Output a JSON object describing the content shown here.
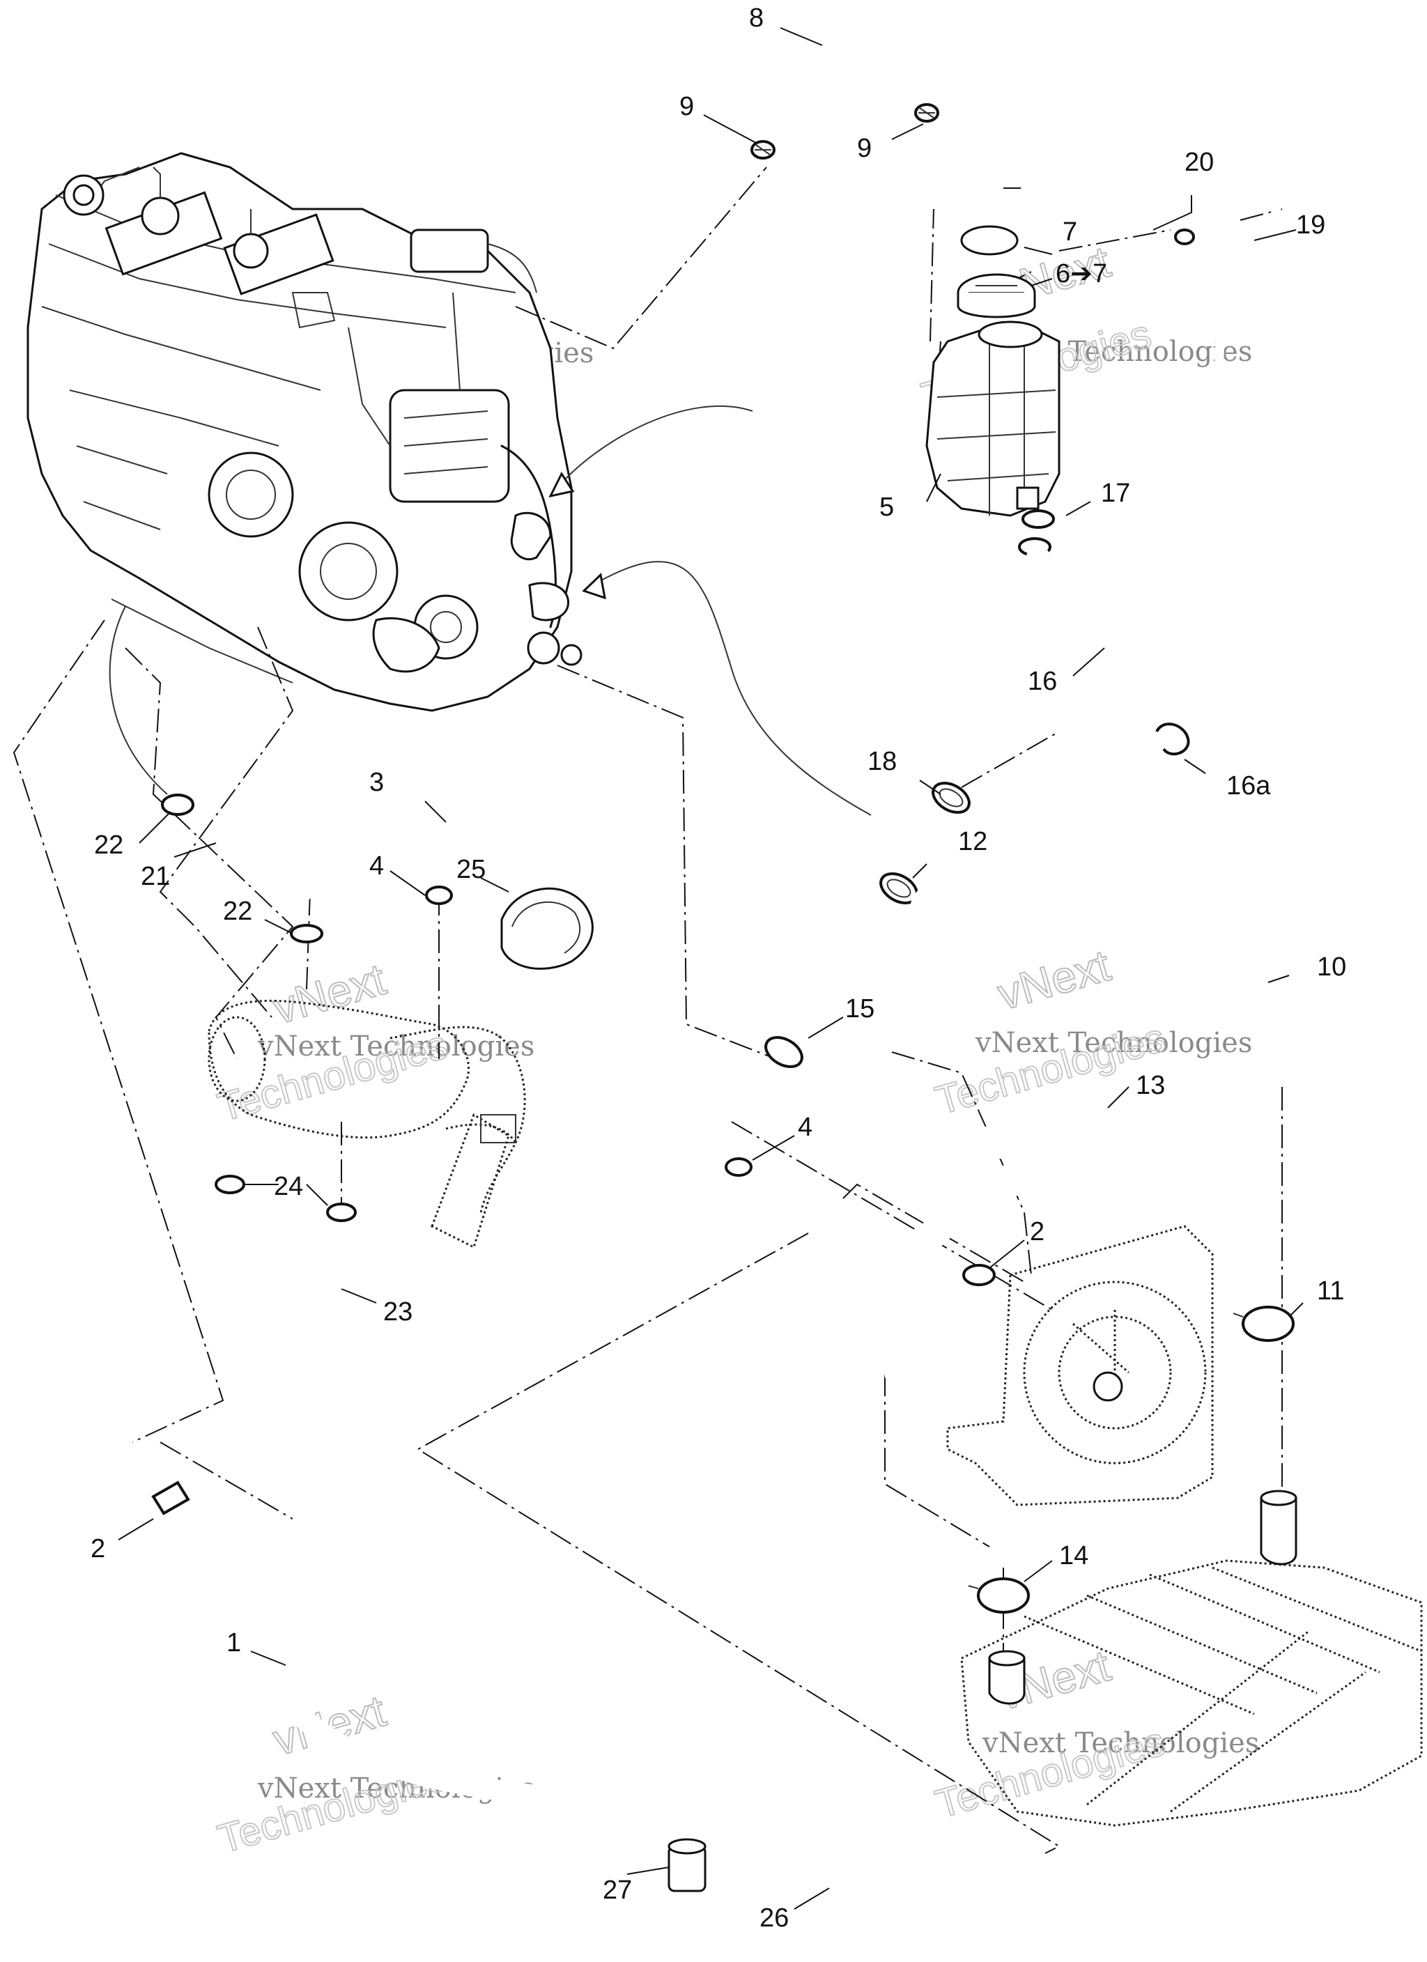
{
  "callouts": {
    "c1": "1",
    "c2a": "2",
    "c2b": "2",
    "c3": "3",
    "c4a": "4",
    "c4b": "4",
    "c5": "5",
    "c6": "6➔7",
    "c7": "7",
    "c8": "8",
    "c9a": "9",
    "c9b": "9",
    "c10": "10",
    "c11": "11",
    "c12": "12",
    "c13": "13",
    "c14": "14",
    "c15": "15",
    "c16": "16",
    "c16a": "16a",
    "c17": "17",
    "c18": "18",
    "c19": "19",
    "c20": "20",
    "c21": "21",
    "c22a": "22",
    "c22b": "22",
    "c23": "23",
    "c24": "24",
    "c25": "25",
    "c26": "26",
    "c27": "27"
  },
  "watermark": {
    "brand": "vNext",
    "tech": "Technologies",
    "full": "vNext Technologies"
  }
}
